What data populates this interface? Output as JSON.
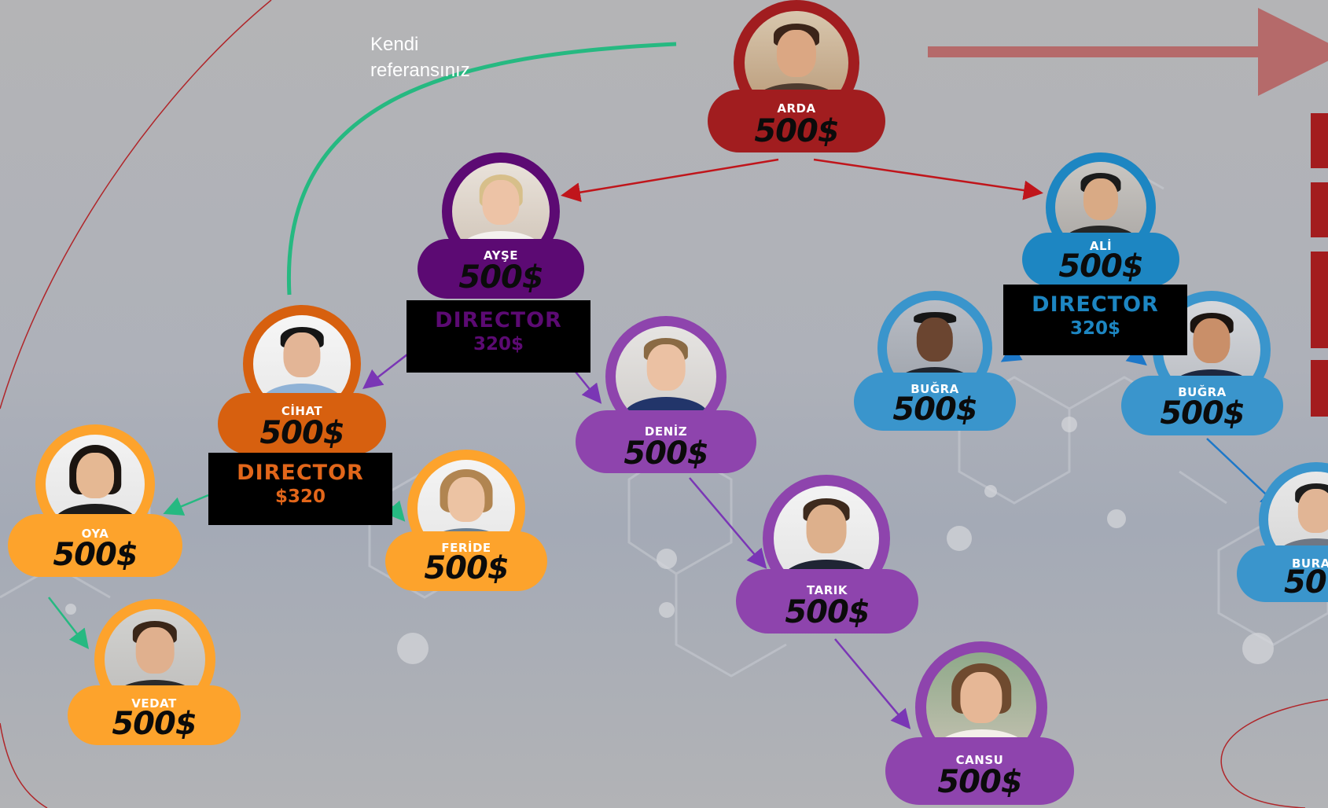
{
  "note": {
    "line1": "Kendi",
    "line2": "referansınız"
  },
  "colors": {
    "arda": "#a11d1f",
    "ayse": "#5c0a73",
    "ali": "#1d86c2",
    "blue_light": "#3a95cc",
    "cihat": "#d7600f",
    "orange": "#fda32c",
    "purple": "#8e44ad",
    "green": "#26b981",
    "arrow_top": "#b56a6a"
  },
  "nodes": {
    "arda": {
      "name": "ARDA",
      "amount": "500$"
    },
    "ayse": {
      "name": "AYŞE",
      "amount": "500$"
    },
    "ali": {
      "name": "ALİ",
      "amount": "500$"
    },
    "cihat": {
      "name": "CİHAT",
      "amount": "500$"
    },
    "deniz": {
      "name": "DENİZ",
      "amount": "500$"
    },
    "bugra1": {
      "name": "BUĞRA",
      "amount": "500$"
    },
    "bugra2": {
      "name": "BUĞRA",
      "amount": "500$"
    },
    "oya": {
      "name": "OYA",
      "amount": "500$"
    },
    "feride": {
      "name": "FERİDE",
      "amount": "500$"
    },
    "tarik": {
      "name": "TARIK",
      "amount": "500$"
    },
    "vedat": {
      "name": "VEDAT",
      "amount": "500$"
    },
    "cansu": {
      "name": "CANSU",
      "amount": "500$"
    },
    "bura": {
      "name": "BURA",
      "amount": "50"
    }
  },
  "directors": {
    "ayse": {
      "title": "DIRECTOR",
      "pay": "320$"
    },
    "ali": {
      "title": "DIRECTOR",
      "pay": "320$"
    },
    "cihat": {
      "title": "DIRECTOR",
      "pay": "$320"
    }
  },
  "icons": [
    "profile-photo-icon"
  ]
}
